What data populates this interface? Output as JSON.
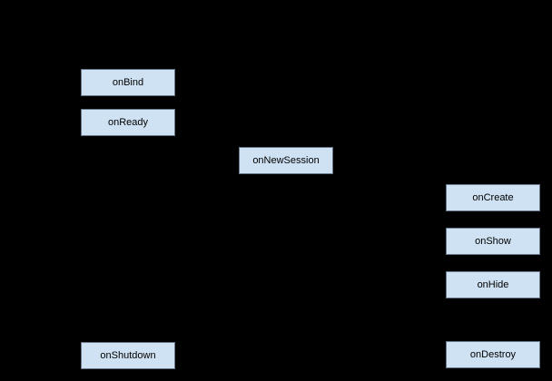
{
  "diagram": {
    "description": "Lifecycle callback flow diagram on black background",
    "colors": {
      "background": "#000000",
      "node_fill": "#cfe2f3",
      "node_border": "#66788a",
      "node_text": "#000000"
    },
    "nodes": [
      {
        "id": "onBind",
        "label": "onBind"
      },
      {
        "id": "onReady",
        "label": "onReady"
      },
      {
        "id": "onNewSession",
        "label": "onNewSession"
      },
      {
        "id": "onCreate",
        "label": "onCreate"
      },
      {
        "id": "onShow",
        "label": "onShow"
      },
      {
        "id": "onHide",
        "label": "onHide"
      },
      {
        "id": "onShutdown",
        "label": "onShutdown"
      },
      {
        "id": "onDestroy",
        "label": "onDestroy"
      }
    ]
  }
}
